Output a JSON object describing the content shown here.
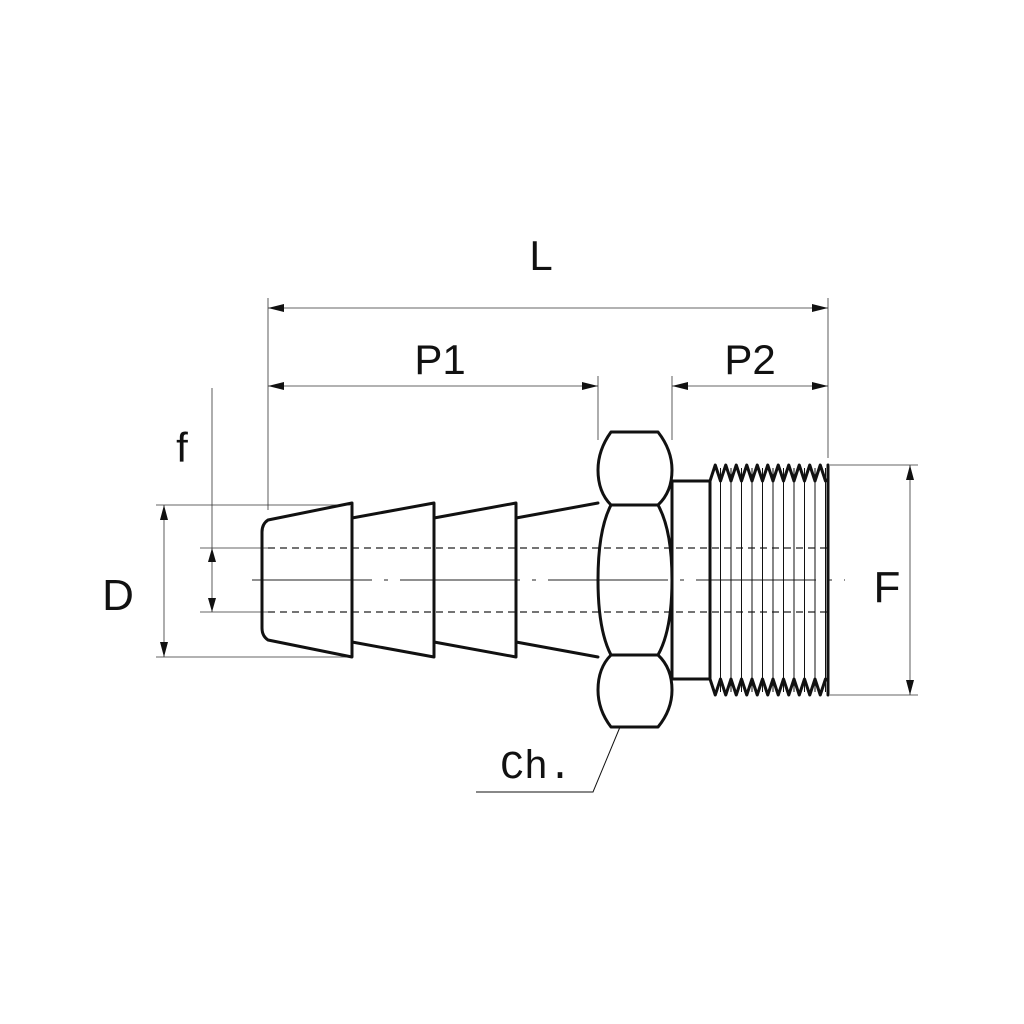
{
  "labels": {
    "L": "L",
    "P1": "P1",
    "P2": "P2",
    "f": "f",
    "D": "D",
    "F": "F",
    "ch": "Ch."
  },
  "colors": {
    "line": "#111111",
    "background": "#ffffff"
  }
}
